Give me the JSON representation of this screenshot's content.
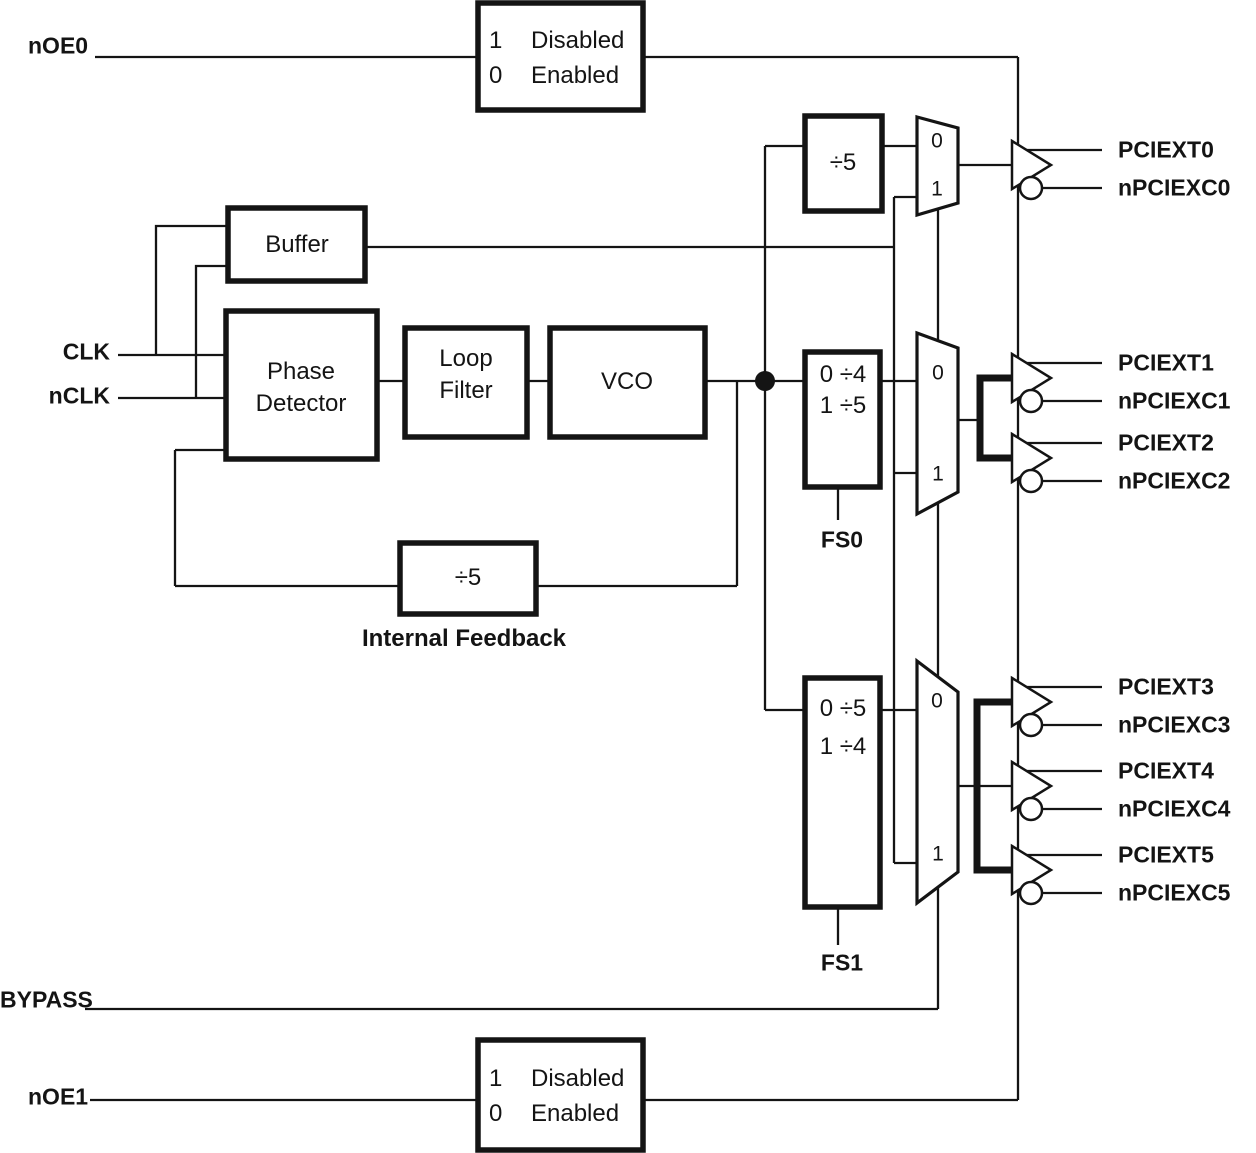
{
  "colors": {
    "line": "#141414",
    "background": "#ffffff"
  },
  "inputs": {
    "noe0": "nOE0",
    "clk": "CLK",
    "nclk": "nCLK",
    "bypass": "BYPASS",
    "noe1": "nOE1"
  },
  "enable_boxes": {
    "top": [
      {
        "bit": "1",
        "label": "Disabled"
      },
      {
        "bit": "0",
        "label": "Enabled"
      }
    ],
    "bottom": [
      {
        "bit": "1",
        "label": "Disabled"
      },
      {
        "bit": "0",
        "label": "Enabled"
      }
    ]
  },
  "blocks": {
    "buffer": "Buffer",
    "phase_detector": [
      "Phase",
      "Detector"
    ],
    "loop_filter": [
      "Loop",
      "Filter"
    ],
    "vco": "VCO",
    "divider_top": "÷5",
    "feedback_divider": "÷5",
    "feedback_caption": "Internal Feedback",
    "fs0_divider": [
      "0 ÷4",
      "1 ÷5"
    ],
    "fs1_divider": [
      "0 ÷5",
      "1 ÷4"
    ]
  },
  "selects": {
    "fs0": "FS0",
    "fs1": "FS1"
  },
  "muxes": [
    {
      "in0": "0",
      "in1": "1"
    },
    {
      "in0": "0",
      "in1": "1"
    },
    {
      "in0": "0",
      "in1": "1"
    }
  ],
  "outputs": [
    {
      "true": "PCIEXT0",
      "comp": "nPCIEXC0"
    },
    {
      "true": "PCIEXT1",
      "comp": "nPCIEXC1"
    },
    {
      "true": "PCIEXT2",
      "comp": "nPCIEXC2"
    },
    {
      "true": "PCIEXT3",
      "comp": "nPCIEXC3"
    },
    {
      "true": "PCIEXT4",
      "comp": "nPCIEXC4"
    },
    {
      "true": "PCIEXT5",
      "comp": "nPCIEXC5"
    }
  ]
}
